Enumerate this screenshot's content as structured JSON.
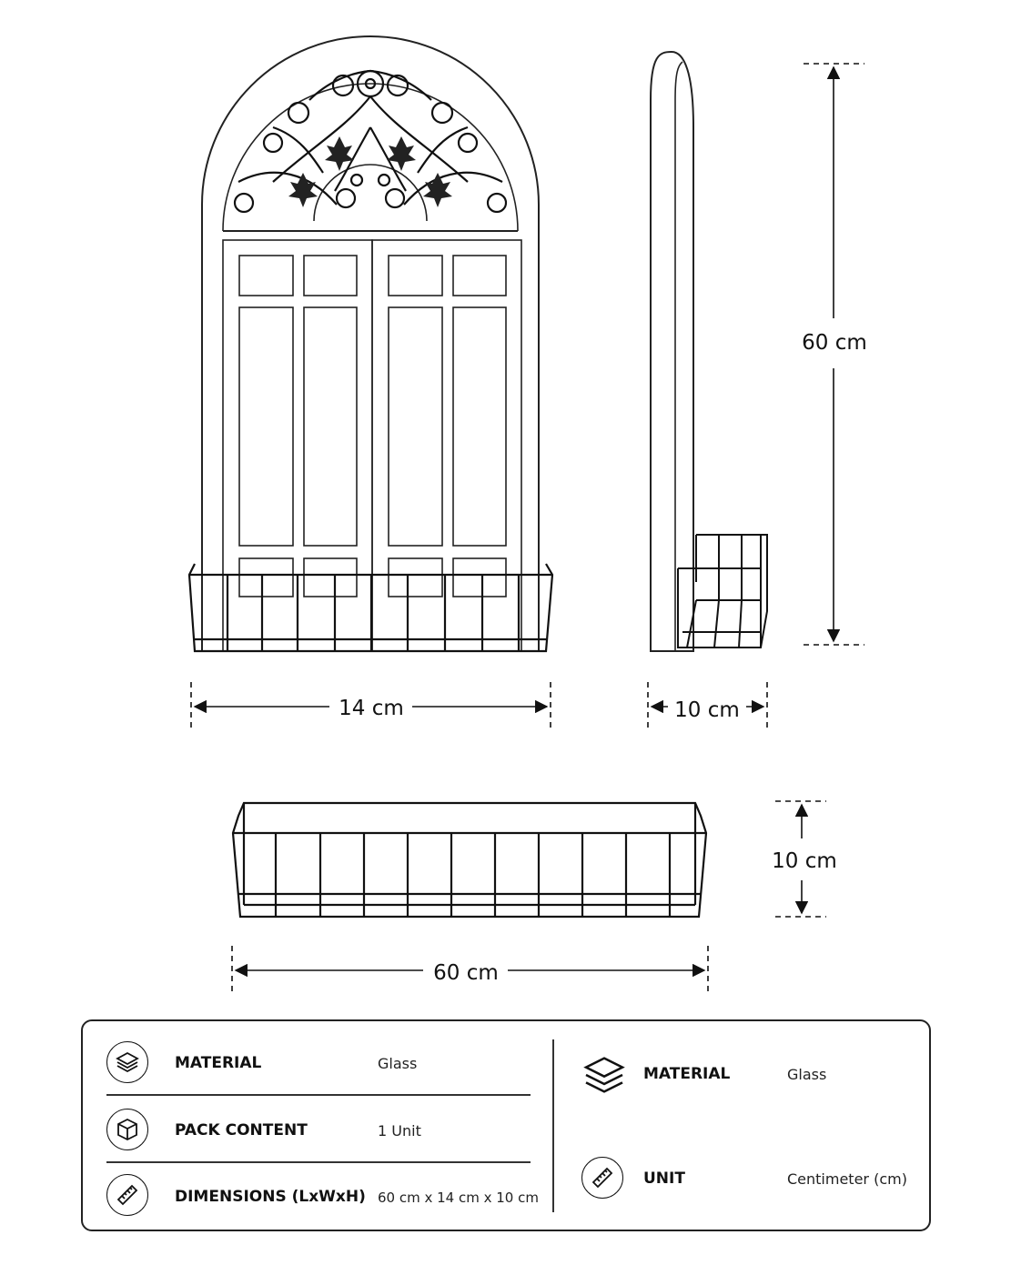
{
  "dimensions": {
    "front_width": "14 cm",
    "height": "60 cm",
    "side_depth": "10 cm",
    "basket_height": "10 cm",
    "basket_length": "60 cm"
  },
  "specs_left": [
    {
      "icon": "layers-icon",
      "label": "MATERIAL",
      "value": "Glass"
    },
    {
      "icon": "box-icon",
      "label": "PACK CONTENT",
      "value": "1 Unit"
    },
    {
      "icon": "ruler-icon",
      "label": "DIMENSIONS (LxWxH)",
      "value": "60 cm x 14 cm x 10 cm"
    }
  ],
  "specs_right": [
    {
      "icon": "layers-icon",
      "label": "MATERIAL",
      "value": "Glass"
    },
    {
      "icon": "ruler-icon",
      "label": "UNIT",
      "value": "Centimeter (cm)"
    }
  ]
}
